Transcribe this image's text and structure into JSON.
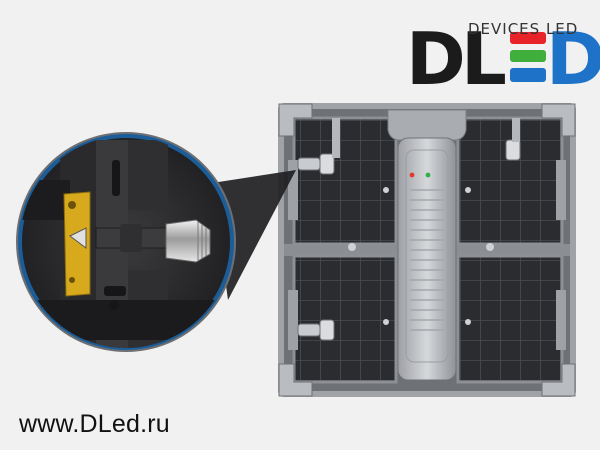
{
  "brand": {
    "wordmark_d": "D",
    "wordmark_l": "L",
    "wordmark_e": "E",
    "wordmark_d2": "D",
    "tagline": "DEVICES LED",
    "colors": {
      "dark": "#1b1b1b",
      "red": "#e8232a",
      "green": "#3fae3a",
      "blue": "#1e73c8"
    }
  },
  "footer": {
    "url": "www.DLed.ru"
  },
  "product": {
    "cabinet_icon": "led-display-cabinet",
    "zoom_icon": "lock-connector-closeup",
    "indicator_colors": [
      "#e23a2c",
      "#2fb04a"
    ]
  }
}
